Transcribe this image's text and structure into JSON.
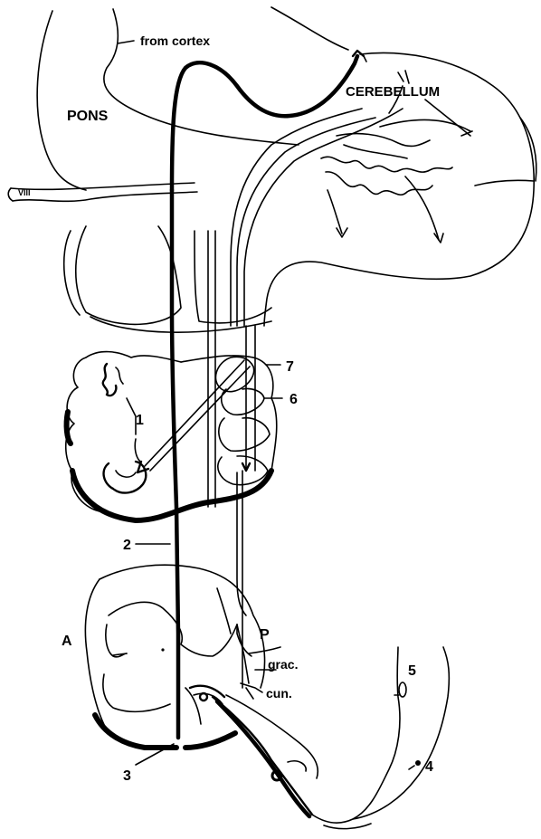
{
  "labels": {
    "from_cortex": "from cortex",
    "pons": "PONS",
    "cerebellum": "CEREBELLUM",
    "viii": "VIII",
    "num_1": "1",
    "num_2": "2",
    "num_3": "3",
    "num_4": "4",
    "num_5": "5",
    "num_6": "6",
    "num_7": "7",
    "anterior": "A",
    "posterior": "P",
    "gracilis": "grac.",
    "cuneatus": "cun."
  },
  "colors": {
    "ink": "#000000",
    "paper": "#ffffff"
  }
}
